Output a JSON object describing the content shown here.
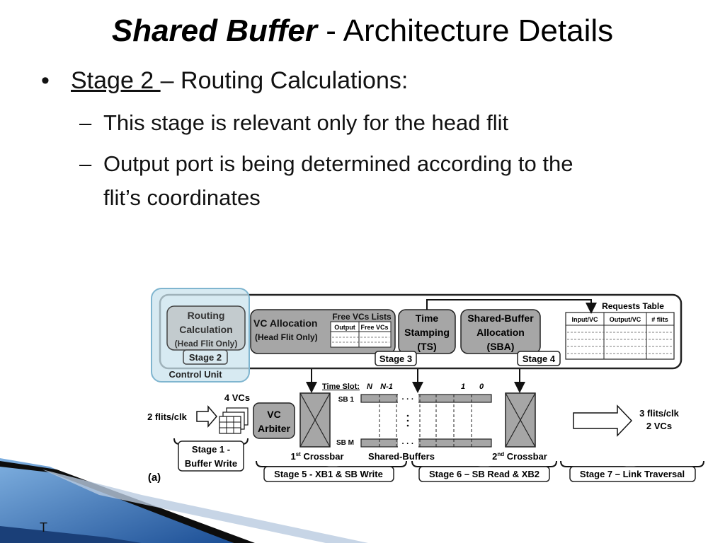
{
  "title": {
    "italic_part": "Shared Buffer",
    "rest": " - Architecture Details"
  },
  "bullet": {
    "marker": "•",
    "underlined": "Stage 2 ",
    "rest": "– Routing Calculations:"
  },
  "subbullets": [
    {
      "marker": "–",
      "line1": "This stage is relevant only for the head flit"
    },
    {
      "marker": "–",
      "line1": "Output port is being determined according to the",
      "line2": "flit’s coordinates"
    }
  ],
  "diagram": {
    "routing_calc": [
      "Routing",
      "Calculation",
      "(Head Flit Only)"
    ],
    "stage2": "Stage 2",
    "control_unit": "Control Unit",
    "vc_allocation": [
      "VC Allocation",
      "(Head Flit Only)"
    ],
    "free_vcs_lists": "Free VCs Lists",
    "free_cols": [
      "Output",
      "Free VCs"
    ],
    "time_stamping": [
      "Time",
      "Stamping",
      "(TS)"
    ],
    "stage3": "Stage 3",
    "sba": [
      "Shared-Buffer",
      "Allocation",
      "(SBA)"
    ],
    "stage4": "Stage 4",
    "requests_table": "Requests Table",
    "req_cols": [
      "Input/VC",
      "Output/VC",
      "# flits"
    ],
    "four_vcs": "4 VCs",
    "flits_in": "2 flits/clk",
    "vc_arbiter": [
      "VC",
      "Arbiter"
    ],
    "time_slot": "Time Slot:",
    "slot_labels": [
      "N",
      "N-1",
      "1",
      "0"
    ],
    "sb1": "SB 1",
    "sbm": "SB M",
    "crossbar1": "1st Crossbar",
    "crossbar1_main": "1",
    "crossbar1_sup": "st",
    "crossbar1_rest": " Crossbar",
    "shared_buffers": "Shared-Buffers",
    "crossbar2_main": "2",
    "crossbar2_sup": "nd",
    "crossbar2_rest": " Crossbar",
    "out_flits": [
      "3 flits/clk",
      "2 VCs"
    ],
    "stage1": [
      "Stage 1 -",
      "Buffer Write"
    ],
    "panel_label": "(a)",
    "stage5": "Stage 5 - XB1 & SB Write",
    "stage6": "Stage 6 – SB Read & XB2",
    "stage7": "Stage 7 – Link Traversal"
  },
  "footer": "T",
  "colors": {
    "box_gray": "#a6a6a6",
    "highlight": "#c9e3ee",
    "highlight_border": "#7fb5cf",
    "deco_blue": "#1f5fa6"
  }
}
